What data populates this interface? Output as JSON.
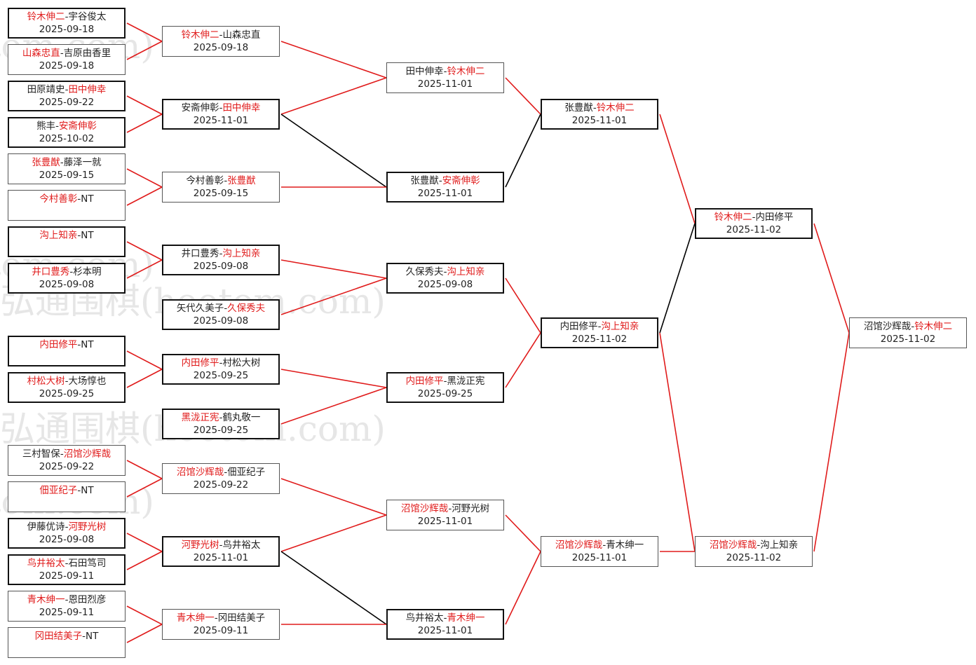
{
  "watermark": "弘通围棋(hoetom.com)",
  "colors": {
    "winner": "#e01b1b",
    "line_red": "#e01b1b",
    "line_black": "#000000"
  },
  "matches": [
    {
      "id": "r1m1",
      "p1": "铃木伸二",
      "p2": "宇谷俊太",
      "winner": 1,
      "date": "2025-09-18"
    },
    {
      "id": "r1m2",
      "p1": "山森忠直",
      "p2": "吉原由香里",
      "winner": 1,
      "date": "2025-09-18"
    },
    {
      "id": "r1m3",
      "p1": "田原靖史",
      "p2": "田中伸幸",
      "winner": 2,
      "date": "2025-09-22"
    },
    {
      "id": "r1m4",
      "p1": "熊丰",
      "p2": "安斋伸彰",
      "winner": 2,
      "date": "2025-10-02"
    },
    {
      "id": "r1m5",
      "p1": "张豊猷",
      "p2": "藤泽一就",
      "winner": 1,
      "date": "2025-09-15"
    },
    {
      "id": "r1m6",
      "p1": "今村善彰",
      "p2": "NT",
      "winner": 1,
      "date": ""
    },
    {
      "id": "r1m7",
      "p1": "沟上知亲",
      "p2": "NT",
      "winner": 1,
      "date": ""
    },
    {
      "id": "r1m8",
      "p1": "井口豊秀",
      "p2": "杉本明",
      "winner": 1,
      "date": "2025-09-08"
    },
    {
      "id": "r1m9",
      "p1": "内田修平",
      "p2": "NT",
      "winner": 1,
      "date": ""
    },
    {
      "id": "r1m10",
      "p1": "村松大树",
      "p2": "大场惇也",
      "winner": 1,
      "date": "2025-09-25"
    },
    {
      "id": "r1m11",
      "p1": "三村智保",
      "p2": "沼馆沙辉哉",
      "winner": 2,
      "date": "2025-09-22"
    },
    {
      "id": "r1m12",
      "p1": "佃亚纪子",
      "p2": "NT",
      "winner": 1,
      "date": ""
    },
    {
      "id": "r1m13",
      "p1": "伊藤优诗",
      "p2": "河野光树",
      "winner": 2,
      "date": "2025-09-08"
    },
    {
      "id": "r1m14",
      "p1": "鸟井裕太",
      "p2": "石田笃司",
      "winner": 1,
      "date": "2025-09-11"
    },
    {
      "id": "r1m15",
      "p1": "青木绅一",
      "p2": "恩田烈彦",
      "winner": 1,
      "date": "2025-09-11"
    },
    {
      "id": "r1m16",
      "p1": "冈田结美子",
      "p2": "NT",
      "winner": 1,
      "date": ""
    },
    {
      "id": "r2m1",
      "p1": "铃木伸二",
      "p2": "山森忠直",
      "winner": 1,
      "date": "2025-09-18"
    },
    {
      "id": "r2m2",
      "p1": "安斋伸彰",
      "p2": "田中伸幸",
      "winner": 2,
      "date": "2025-11-01"
    },
    {
      "id": "r2m3",
      "p1": "今村善彰",
      "p2": "张豊猷",
      "winner": 2,
      "date": "2025-09-15"
    },
    {
      "id": "r2m4",
      "p1": "井口豊秀",
      "p2": "沟上知亲",
      "winner": 2,
      "date": "2025-09-08"
    },
    {
      "id": "r2m5",
      "p1": "矢代久美子",
      "p2": "久保秀夫",
      "winner": 2,
      "date": "2025-09-08"
    },
    {
      "id": "r2m6",
      "p1": "内田修平",
      "p2": "村松大树",
      "winner": 1,
      "date": "2025-09-25"
    },
    {
      "id": "r2m7",
      "p1": "黑泷正宪",
      "p2": "鹤丸敬一",
      "winner": 1,
      "date": "2025-09-25"
    },
    {
      "id": "r2m8",
      "p1": "沼馆沙辉哉",
      "p2": "佃亚纪子",
      "winner": 1,
      "date": "2025-09-22"
    },
    {
      "id": "r2m9",
      "p1": "河野光树",
      "p2": "鸟井裕太",
      "winner": 1,
      "date": "2025-11-01"
    },
    {
      "id": "r2m10",
      "p1": "青木绅一",
      "p2": "冈田结美子",
      "winner": 1,
      "date": "2025-09-11"
    },
    {
      "id": "r3m1",
      "p1": "田中伸幸",
      "p2": "铃木伸二",
      "winner": 2,
      "date": "2025-11-01"
    },
    {
      "id": "r3m2",
      "p1": "张豊猷",
      "p2": "安斋伸彰",
      "winner": 2,
      "date": "2025-11-01"
    },
    {
      "id": "r3m3",
      "p1": "久保秀夫",
      "p2": "沟上知亲",
      "winner": 2,
      "date": "2025-09-08"
    },
    {
      "id": "r3m4",
      "p1": "内田修平",
      "p2": "黑泷正宪",
      "winner": 1,
      "date": "2025-09-25"
    },
    {
      "id": "r3m5",
      "p1": "沼馆沙辉哉",
      "p2": "河野光树",
      "winner": 1,
      "date": "2025-11-01"
    },
    {
      "id": "r3m6",
      "p1": "鸟井裕太",
      "p2": "青木绅一",
      "winner": 2,
      "date": "2025-11-01"
    },
    {
      "id": "r4m1",
      "p1": "张豊猷",
      "p2": "铃木伸二",
      "winner": 2,
      "date": "2025-11-01"
    },
    {
      "id": "r4m2",
      "p1": "内田修平",
      "p2": "沟上知亲",
      "winner": 2,
      "date": "2025-11-02"
    },
    {
      "id": "r4m3",
      "p1": "沼馆沙辉哉",
      "p2": "青木绅一",
      "winner": 1,
      "date": "2025-11-01"
    },
    {
      "id": "r5m1",
      "p1": "铃木伸二",
      "p2": "内田修平",
      "winner": 1,
      "date": "2025-11-02"
    },
    {
      "id": "r5m2",
      "p1": "沼馆沙辉哉",
      "p2": "沟上知亲",
      "winner": 1,
      "date": "2025-11-02"
    },
    {
      "id": "r6m1",
      "p1": "沼馆沙辉哉",
      "p2": "铃木伸二",
      "winner": 2,
      "date": "2025-11-02"
    }
  ]
}
